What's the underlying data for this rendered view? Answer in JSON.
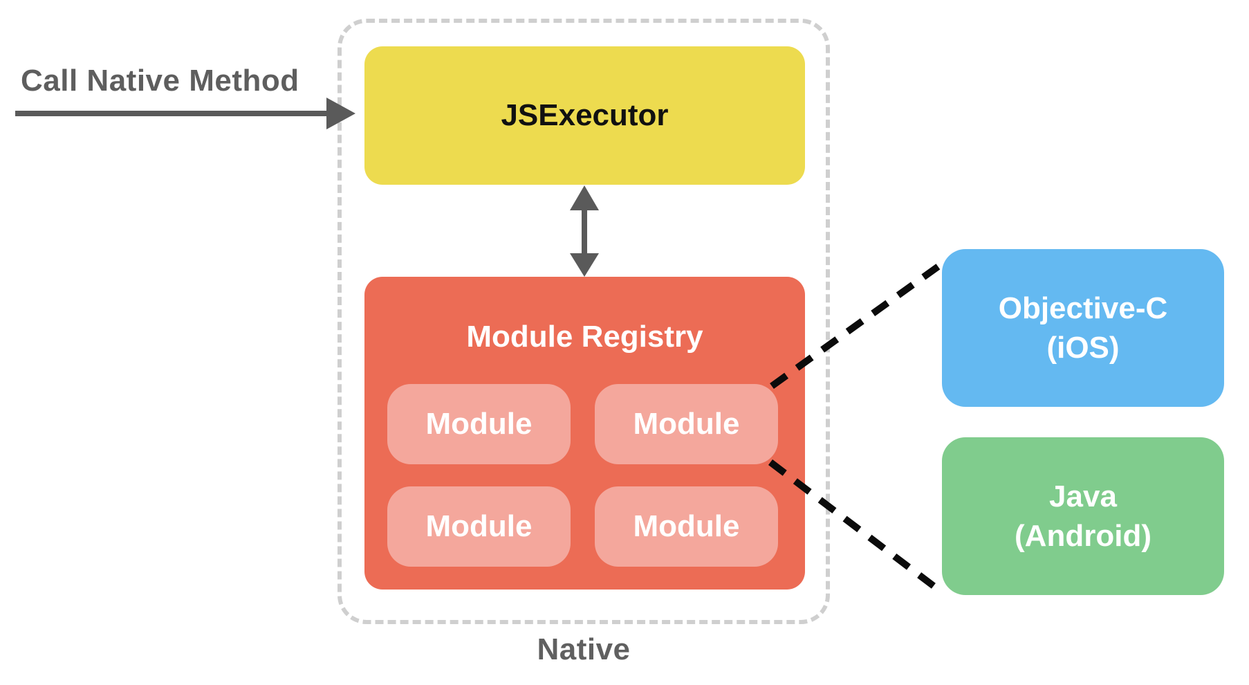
{
  "labels": {
    "call_native_method": "Call Native Method",
    "native": "Native"
  },
  "nodes": {
    "js_executor": {
      "label": "JSExecutor"
    },
    "module_registry": {
      "title": "Module Registry",
      "modules": [
        "Module",
        "Module",
        "Module",
        "Module"
      ]
    },
    "objective_c": {
      "line1": "Objective-C",
      "line2": "(iOS)"
    },
    "java": {
      "line1": "Java",
      "line2": "(Android)"
    }
  },
  "connectors": {
    "call_native_arrow": "arrow from Call Native Method label into JSExecutor",
    "bridge_arrow": "double-headed arrow between JSExecutor and Module Registry",
    "module_to_ios": "dashed line from top-right Module to Objective-C (iOS) box",
    "module_to_android": "dashed line from top-right Module to Java (Android) box"
  },
  "colors": {
    "jsexecutor_yellow": "#EDDB4F",
    "registry_red": "#EC6C55",
    "module_pink": "#F4A79C",
    "ios_blue": "#64B9F1",
    "android_green": "#80CC8D",
    "label_gray": "#5E5E5E",
    "arrow_gray": "#5A5A5A",
    "container_dash_gray": "#CFCFCF",
    "connector_black": "#0B0B0B"
  }
}
